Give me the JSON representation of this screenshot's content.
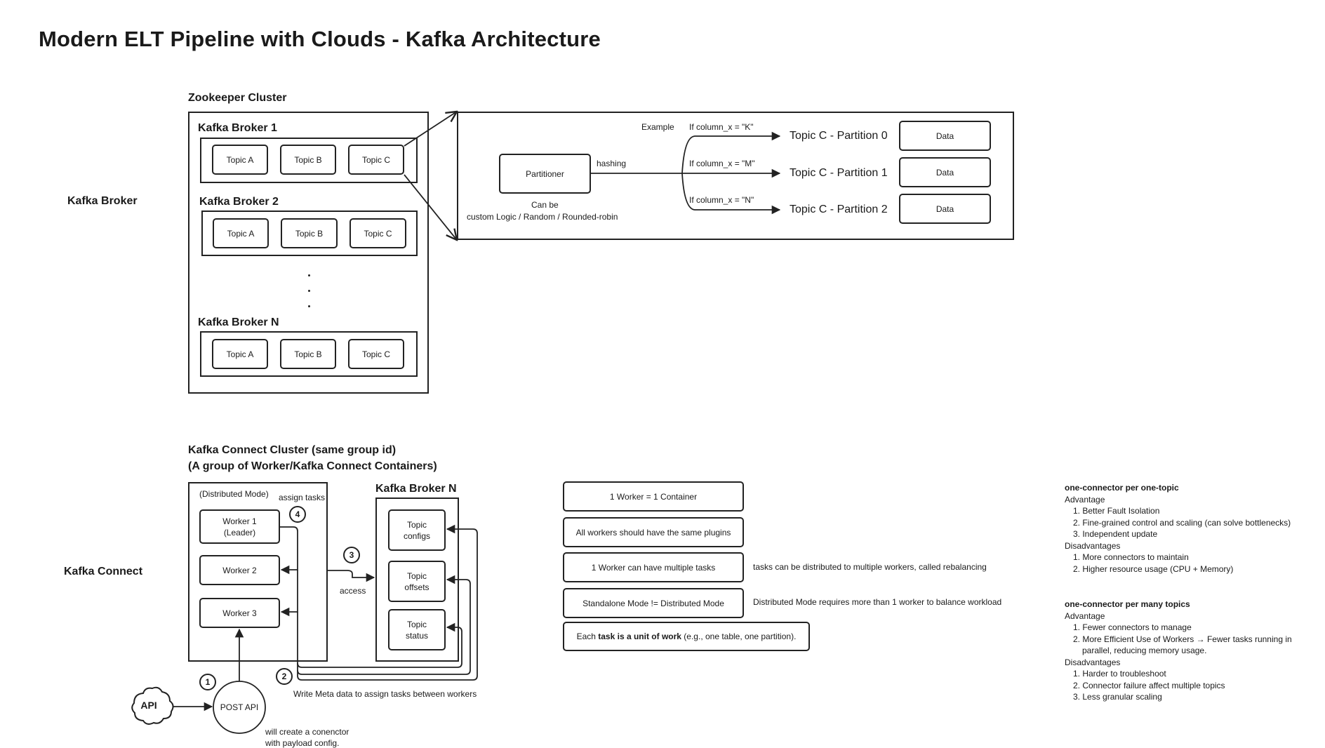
{
  "title": "Modern ELT Pipeline with Clouds - Kafka Architecture",
  "rows": {
    "broker_label": "Kafka Broker",
    "connect_label": "Kafka Connect"
  },
  "zookeeper": {
    "label": "Zookeeper Cluster",
    "brokers": [
      {
        "name": "Kafka Broker 1",
        "topics": [
          "Topic A",
          "Topic B",
          "Topic C"
        ]
      },
      {
        "name": "Kafka Broker 2",
        "topics": [
          "Topic A",
          "Topic B",
          "Topic C"
        ]
      },
      {
        "name": "Kafka Broker N",
        "topics": [
          "Topic A",
          "Topic B",
          "Topic C"
        ]
      }
    ]
  },
  "partitioner": {
    "label": "Partitioner",
    "hashing": "hashing",
    "example": "Example",
    "can_be": "Can be",
    "logic": "custom Logic / Random / Rounded-robin",
    "routes": [
      {
        "condition": "If column_x = \"K\"",
        "partition": "Topic C - Partition 0",
        "data": "Data"
      },
      {
        "condition": "If column_x = \"M\"",
        "partition": "Topic C - Partition 1",
        "data": "Data"
      },
      {
        "condition": "If column_x = \"N\"",
        "partition": "Topic C - Partition 2",
        "data": "Data"
      }
    ]
  },
  "connect": {
    "heading_line1": "Kafka Connect Cluster (same group id)",
    "heading_line2": "(A group of Worker/Kafka Connect Containers)",
    "mode": "(Distributed Mode)",
    "assign_tasks": "assign tasks",
    "workers": [
      "Worker 1\n(Leader)",
      "Worker 2",
      "Worker 3"
    ],
    "broker_n": "Kafka Broker N",
    "internal_topics": [
      "Topic\nconfigs",
      "Topic\noffsets",
      "Topic\nstatus"
    ],
    "access": "access",
    "steps": [
      "1",
      "2",
      "3",
      "4"
    ],
    "write_meta": "Write Meta data to assign tasks between workers",
    "api_icon_text": "API",
    "post_api": "POST API",
    "post_api_note_line1": "will create a conenctor",
    "post_api_note_line2": "with payload config."
  },
  "facts": [
    {
      "box": "1 Worker = 1 Container",
      "note": ""
    },
    {
      "box": "All workers should have the same plugins",
      "note": ""
    },
    {
      "box": "1 Worker can have multiple tasks",
      "note": "tasks can be distributed to multiple workers, called rebalancing"
    },
    {
      "box": "Standalone Mode != Distributed Mode",
      "note": "Distributed Mode requires more than 1 worker to balance workload"
    }
  ],
  "fact_last": {
    "prefix": "Each ",
    "bold": "task is a unit of work",
    "suffix": " (e.g., one table, one partition)."
  },
  "notes": [
    {
      "heading": "one-connector per one-topic",
      "advantage_label": "Advantage",
      "advantages": [
        "1. Better Fault Isolation",
        "2. Fine-grained control and scaling (can solve bottlenecks)",
        "3. Independent update"
      ],
      "disadvantage_label": "Disadvantages",
      "disadvantages": [
        "1. More connectors to maintain",
        "2. Higher resource usage (CPU + Memory)"
      ]
    },
    {
      "heading": "one-connector per many topics",
      "advantage_label": "Advantage",
      "advantages": [
        "1. Fewer connectors to manage",
        "2. More Efficient Use of Workers → Fewer tasks running in",
        "parallel, reducing memory usage."
      ],
      "disadvantage_label": "Disadvantages",
      "disadvantages": [
        "1. Harder to troubleshoot",
        "2. Connector failure affect multiple topics",
        "3. Less granular scaling"
      ]
    }
  ]
}
